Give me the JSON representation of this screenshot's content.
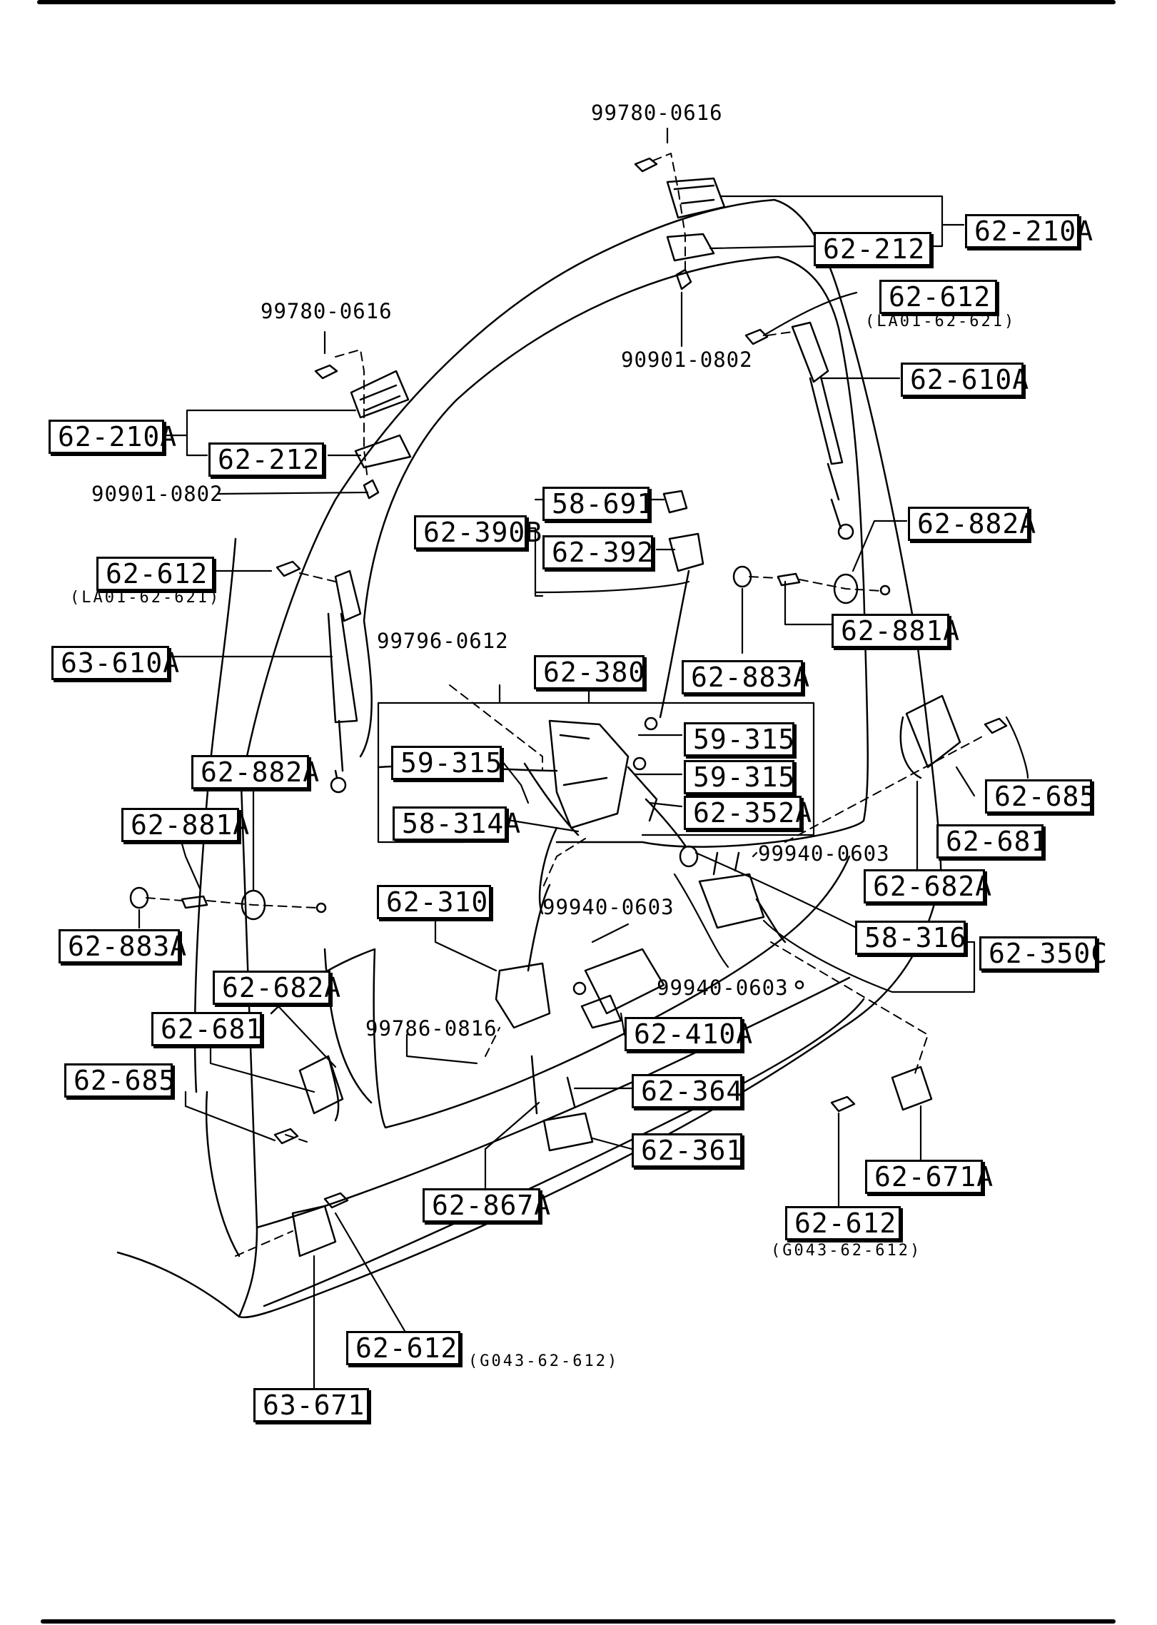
{
  "boxed_parts": {
    "b_62_210A_r": "62-210A",
    "b_62_212_r": "62-212",
    "b_62_612_r": "62-612",
    "b_62_610A": "62-610A",
    "b_62_210A_l": "62-210A",
    "b_62_212_l": "62-212",
    "b_62_612_l": "62-612",
    "b_63_610A": "63-610A",
    "b_58_691": "58-691",
    "b_62_390B": "62-390B",
    "b_62_392": "62-392",
    "b_62_882A_r": "62-882A",
    "b_62_881A_r": "62-881A",
    "b_62_883A_r": "62-883A",
    "b_62_380": "62-380",
    "b_59_315_a": "59-315",
    "b_59_315_b": "59-315",
    "b_59_315_c": "59-315",
    "b_58_314A": "58-314A",
    "b_62_352A": "62-352A",
    "b_62_685_r": "62-685",
    "b_62_681_r": "62-681",
    "b_62_882A_l": "62-882A",
    "b_62_881A_l": "62-881A",
    "b_62_883A_l": "62-883A",
    "b_62_682A_r": "62-682A",
    "b_58_316": "58-316",
    "b_62_350C": "62-350C",
    "b_62_310": "62-310",
    "b_62_410A": "62-410A",
    "b_62_682A_l": "62-682A",
    "b_62_681_l": "62-681",
    "b_62_685_l": "62-685",
    "b_62_364": "62-364",
    "b_62_361": "62-361",
    "b_62_867A": "62-867A",
    "b_62_671A": "62-671A",
    "b_62_612_b": "62-612",
    "b_62_612_c": "62-612",
    "b_63_671": "63-671"
  },
  "plain_labels": {
    "l_99780_top": "99780-0616",
    "l_99780_left": "99780-0616",
    "l_90901_r": "90901-0802",
    "l_90901_l": "90901-0802",
    "l_99796": "99796-0612",
    "l_99940_a": "99940-0603",
    "l_99940_b": "99940-0603",
    "l_99940_c": "99940-0603",
    "l_99786": "99786-0816"
  },
  "sub_labels": {
    "s_la01_r": "(LA01-62-621)",
    "s_la01_l": "(LA01-62-621)",
    "s_g043_b": "(G043-62-612)",
    "s_g043_c": "(G043-62-612)"
  }
}
